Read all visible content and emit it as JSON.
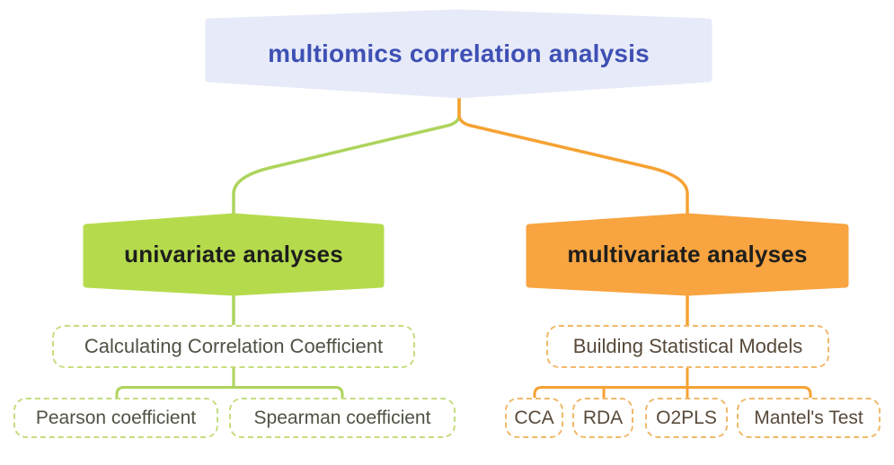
{
  "diagram": {
    "background": "#FFFFFF",
    "root": {
      "label": "multiomics correlation analysis",
      "fill": "#E7EAF8",
      "text_color": "#3E50B4"
    },
    "colors": {
      "green_fill": "#B5DB4D",
      "green_line": "#ADD45C",
      "green_dash_border": "#C5DD7F",
      "green_branch_text": "#4E5344",
      "orange_fill": "#F8A440",
      "orange_line": "#F6A233",
      "orange_dash_border": "#F1B96B",
      "orange_branch_text": "#57493A",
      "hexagon_text": "#1E1E1C"
    },
    "branches": [
      {
        "label": "univariate analyses",
        "child": {
          "label": "Calculating Correlation Coefficient"
        },
        "leaves": [
          {
            "label": "Pearson coefficient"
          },
          {
            "label": "Spearman coefficient"
          }
        ]
      },
      {
        "label": "multivariate analyses",
        "child": {
          "label": "Building Statistical Models"
        },
        "leaves": [
          {
            "label": "CCA"
          },
          {
            "label": "RDA"
          },
          {
            "label": "O2PLS"
          },
          {
            "label": "Mantel's Test"
          }
        ]
      }
    ]
  }
}
